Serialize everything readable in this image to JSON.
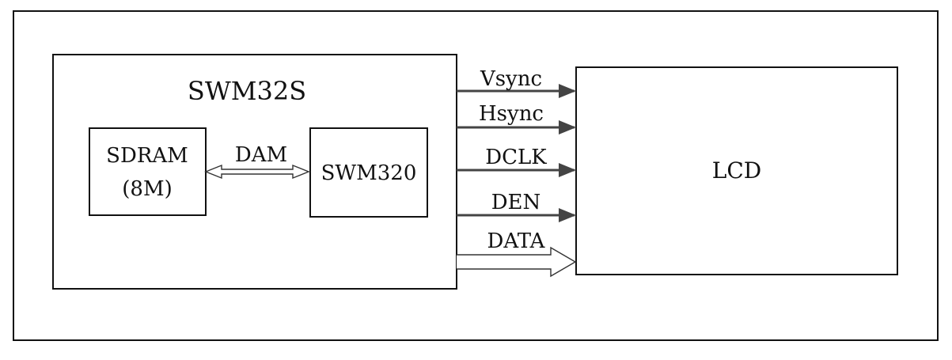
{
  "diagram": {
    "blocks": {
      "system": "SWM32S",
      "memory_line1": "SDRAM",
      "memory_line2": "(8M)",
      "controller": "SWM320",
      "display": "LCD"
    },
    "links": {
      "memory_bus": "DAM",
      "signals": [
        "Vsync",
        "Hsync",
        "DCLK",
        "DEN",
        "DATA"
      ]
    },
    "colors": {
      "line": "#111111",
      "signal_arrow": "#444444"
    }
  }
}
